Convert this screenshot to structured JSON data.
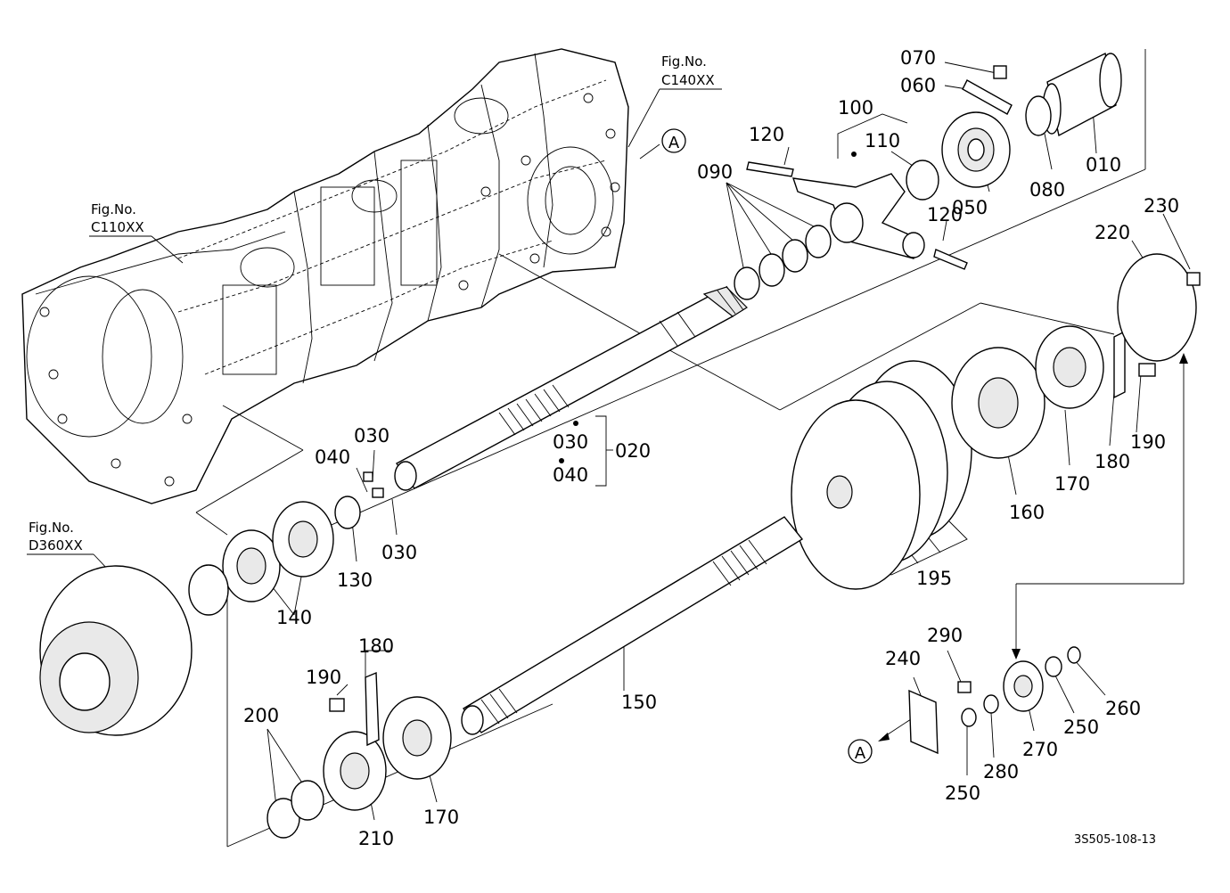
{
  "figure_refs": {
    "c140": {
      "line1": "Fig.No.",
      "line2": "C140XX"
    },
    "c110": {
      "line1": "Fig.No.",
      "line2": "C110XX"
    },
    "d360": {
      "line1": "Fig.No.",
      "line2": "D360XX"
    }
  },
  "callout_marker": "A",
  "part_labels": {
    "p070": "070",
    "p060": "060",
    "p100": "100",
    "p110": "110",
    "p120a": "120",
    "p120b": "120",
    "p090": "090",
    "p050": "050",
    "p080": "080",
    "p010": "010",
    "p230": "230",
    "p220": "220",
    "p030a": "030",
    "p040a": "040",
    "p030b": "030",
    "p040b": "040",
    "p020": "020",
    "p030c": "030",
    "p130": "130",
    "p140": "140",
    "p160": "160",
    "p170a": "170",
    "p180a": "180",
    "p190a": "190",
    "p195": "195",
    "p150": "150",
    "p180b": "180",
    "p190b": "190",
    "p200": "200",
    "p210": "210",
    "p170b": "170",
    "p240": "240",
    "p290": "290",
    "p260": "260",
    "p250a": "250",
    "p270": "270",
    "p280": "280",
    "p250b": "250"
  },
  "drawing_code": "3S505-108-13"
}
